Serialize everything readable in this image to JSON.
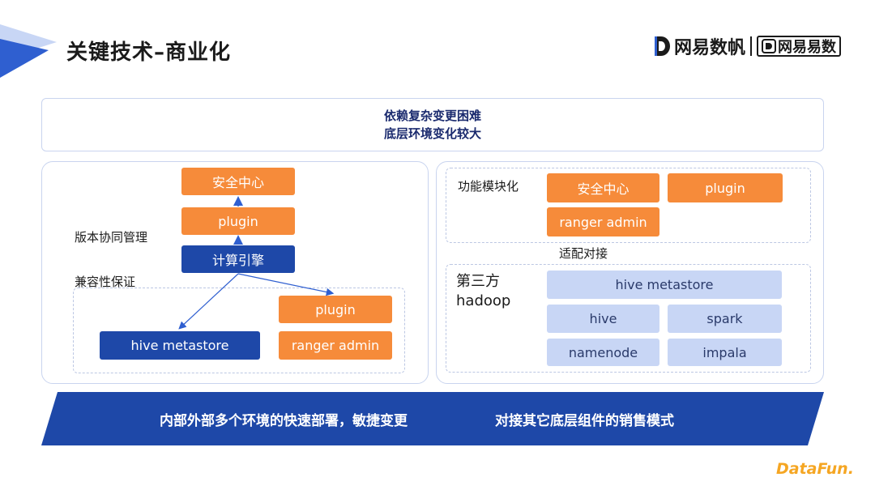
{
  "title": "关键技术–商业化",
  "logo": {
    "brand_text": "网易数帆",
    "brand_text2": "网易易数"
  },
  "top_box": {
    "line1": "依赖复杂变更困难",
    "line2": "底层环境变化较大"
  },
  "left_panel": {
    "security_center": "安全中心",
    "plugin_top": "plugin",
    "compute_engine": "计算引擎",
    "version_label": "版本协同管理",
    "compat_label": "兼容性保证",
    "hive_metastore": "hive metastore",
    "plugin_bottom": "plugin",
    "ranger_admin": "ranger admin"
  },
  "right_panel": {
    "module_label": "功能模块化",
    "security_center": "安全中心",
    "plugin": "plugin",
    "ranger_admin": "ranger admin",
    "adapt_label": "适配对接",
    "third_party_line1": "第三方",
    "third_party_line2": "hadoop",
    "hive_metastore": "hive metastore",
    "hive": "hive",
    "spark": "spark",
    "namenode": "namenode",
    "impala": "impala"
  },
  "bottom": {
    "left_text": "内部外部多个环境的快速部署，敏捷变更",
    "right_text": "对接其它底层组件的销售模式"
  },
  "watermark": "DataFun.",
  "colors": {
    "orange": "#f68b3a",
    "navy": "#1e48a8",
    "light_blue": "#c8d6f5",
    "bar_blue": "#1e48a8"
  }
}
